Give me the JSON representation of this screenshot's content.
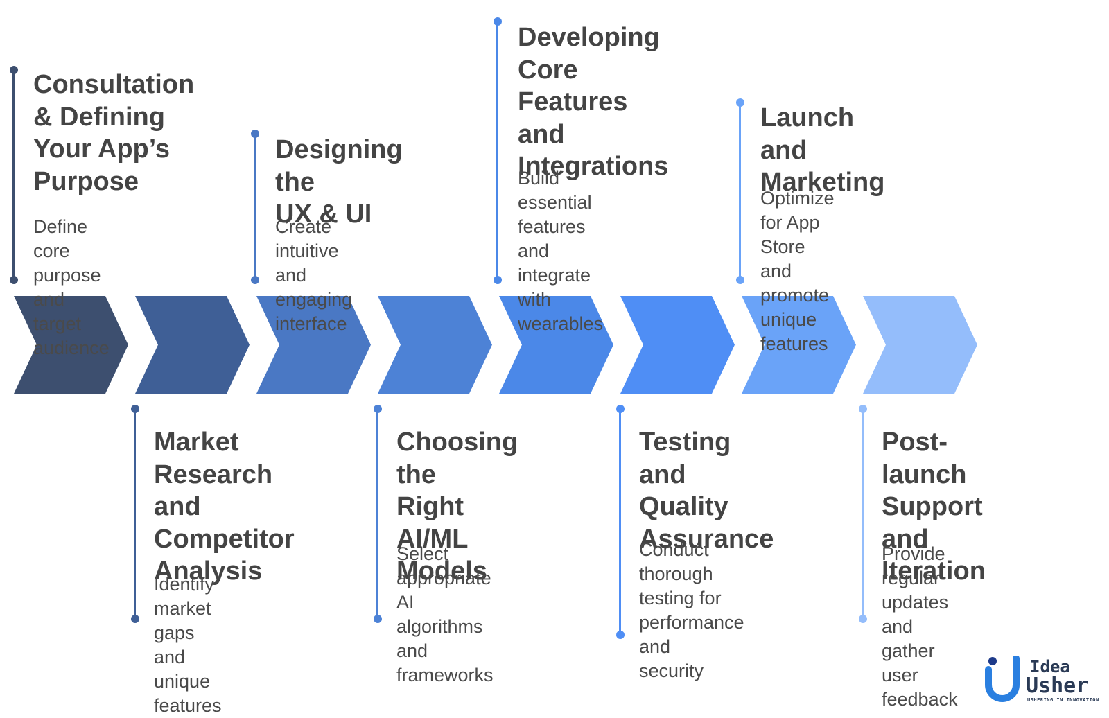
{
  "steps": [
    {
      "title_lines": [
        "Consultation",
        "& Defining",
        "Your App’s",
        "Purpose"
      ],
      "desc_lines": [
        "Define core purpose",
        "and target audience"
      ],
      "color": "#3d4f6f"
    },
    {
      "title_lines": [
        "Market",
        "Research and",
        "Competitor",
        "Analysis"
      ],
      "desc_lines": [
        "Identify market gaps",
        "and unique features"
      ],
      "color": "#3f5f96"
    },
    {
      "title_lines": [
        "Designing the",
        "UX & UI"
      ],
      "desc_lines": [
        "Create intuitive and",
        "engaging interface"
      ],
      "color": "#4a78c4"
    },
    {
      "title_lines": [
        "Choosing the",
        "Right AI/ML",
        "Models"
      ],
      "desc_lines": [
        "Select appropriate AI",
        "algorithms and",
        "frameworks"
      ],
      "color": "#4d82d6"
    },
    {
      "title_lines": [
        "Developing",
        "Core Features",
        "and",
        "Integrations"
      ],
      "desc_lines": [
        "Build essential",
        "features and",
        "integrate with",
        "wearables"
      ],
      "color": "#4b88e8"
    },
    {
      "title_lines": [
        "Testing and",
        "Quality",
        "Assurance"
      ],
      "desc_lines": [
        "Conduct thorough",
        "testing for",
        "performance and",
        "security"
      ],
      "color": "#4f8ef5"
    },
    {
      "title_lines": [
        "Launch and",
        "Marketing"
      ],
      "desc_lines": [
        "Optimize for App",
        "Store and promote",
        "unique features"
      ],
      "color": "#6aa3f8"
    },
    {
      "title_lines": [
        "Post-launch",
        "Support and",
        "Iteration"
      ],
      "desc_lines": [
        "Provide regular",
        "updates and gather",
        "user feedback"
      ],
      "color": "#94bdfb"
    }
  ],
  "logo": {
    "line1": "Idea",
    "line2": "Usher",
    "tagline": "USHERING IN INNOVATION",
    "color": "#2a7fe0"
  }
}
